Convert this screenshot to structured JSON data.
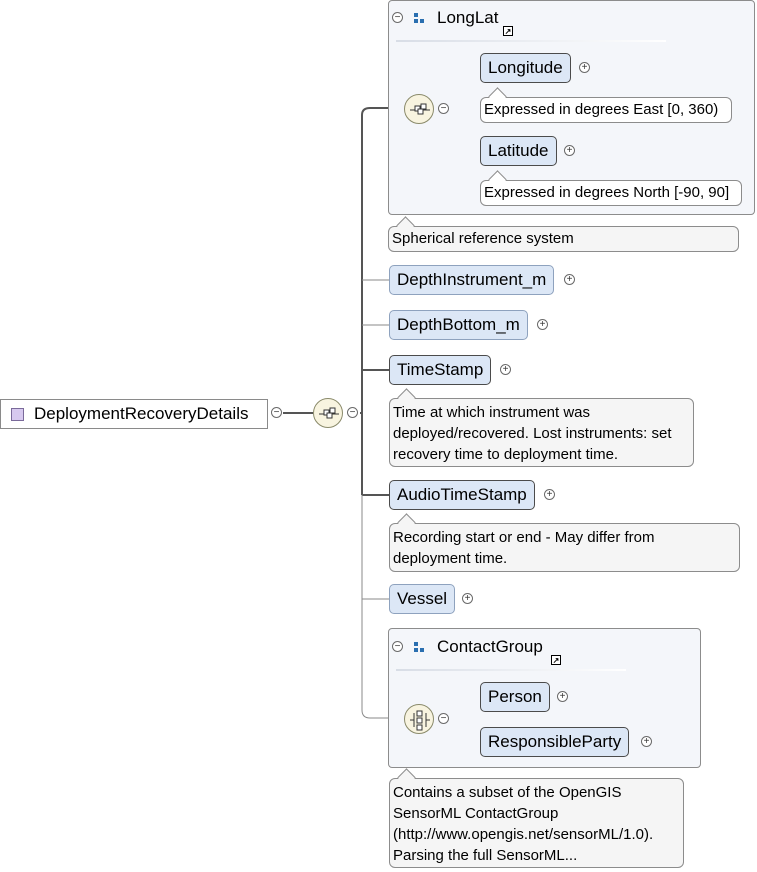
{
  "root": {
    "label": "DeploymentRecoveryDetails"
  },
  "longlat": {
    "title": "LongLat",
    "children": [
      {
        "label": "Longitude",
        "doc": "Expressed in degrees East [0, 360)"
      },
      {
        "label": "Latitude",
        "doc": "Expressed in degrees North [-90, 90]"
      }
    ],
    "doc": "Spherical reference system"
  },
  "elements": [
    {
      "label": "DepthInstrument_m"
    },
    {
      "label": "DepthBottom_m"
    },
    {
      "label": "TimeStamp",
      "doc_lines": [
        "Time at which instrument was",
        "deployed/recovered. Lost instruments: set",
        "recovery time to deployment time."
      ]
    },
    {
      "label": "AudioTimeStamp",
      "doc_lines": [
        "Recording start or end - May differ from",
        "deployment time."
      ]
    },
    {
      "label": "Vessel"
    }
  ],
  "contactgroup": {
    "title": "ContactGroup",
    "children": [
      {
        "label": "Person"
      },
      {
        "label": "ResponsibleParty"
      }
    ],
    "doc_lines": [
      "Contains a subset of the OpenGIS",
      "SensorML ContactGroup",
      "(http://www.opengis.net/sensorML/1.0).",
      "Parsing the full SensorML..."
    ]
  },
  "colors": {
    "element_fill": "#dce7f6",
    "element_border": "#8ea2be",
    "line": "#555555"
  },
  "icons": {
    "collapse": "minus-circle-icon",
    "expand": "plus-circle-icon",
    "sequence": "sequence-compositor-icon",
    "choice": "choice-compositor-icon",
    "group": "group-icon",
    "link": "link-arrow-icon"
  }
}
